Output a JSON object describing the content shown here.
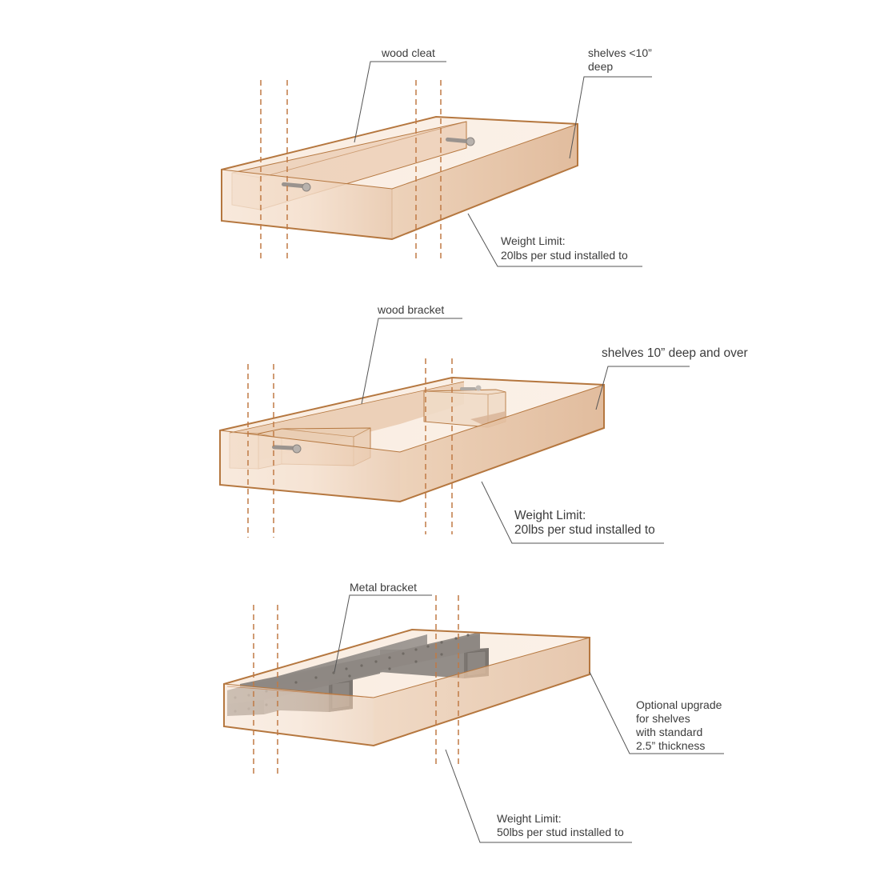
{
  "colors": {
    "outline": "#b5773f",
    "stud": "#c07a45",
    "leader": "#555555",
    "text": "#3c3c3c",
    "wood_light": "#f7e7d9",
    "wood_mid": "#efd5bf",
    "wood_dark": "#e3bfa0",
    "metal": "#8e8883",
    "metal_dark": "#7a746f"
  },
  "panels": [
    {
      "id": "cleat",
      "labels": {
        "part": "wood cleat",
        "depth_line1": "shelves <10”",
        "depth_line2": "deep",
        "weight_line1": "Weight Limit:",
        "weight_line2": "20lbs per stud installed to"
      }
    },
    {
      "id": "wood-bracket",
      "labels": {
        "part": "wood bracket",
        "depth_line1": "shelves 10” deep and over",
        "weight_line1": "Weight Limit:",
        "weight_line2": "20lbs per stud installed to"
      }
    },
    {
      "id": "metal-bracket",
      "labels": {
        "part": "Metal bracket",
        "upgrade_line1": "Optional upgrade",
        "upgrade_line2": "for shelves",
        "upgrade_line3": "with standard",
        "upgrade_line4": "2.5” thickness",
        "weight_line1": "Weight Limit:",
        "weight_line2": "50lbs per stud installed to"
      }
    }
  ]
}
